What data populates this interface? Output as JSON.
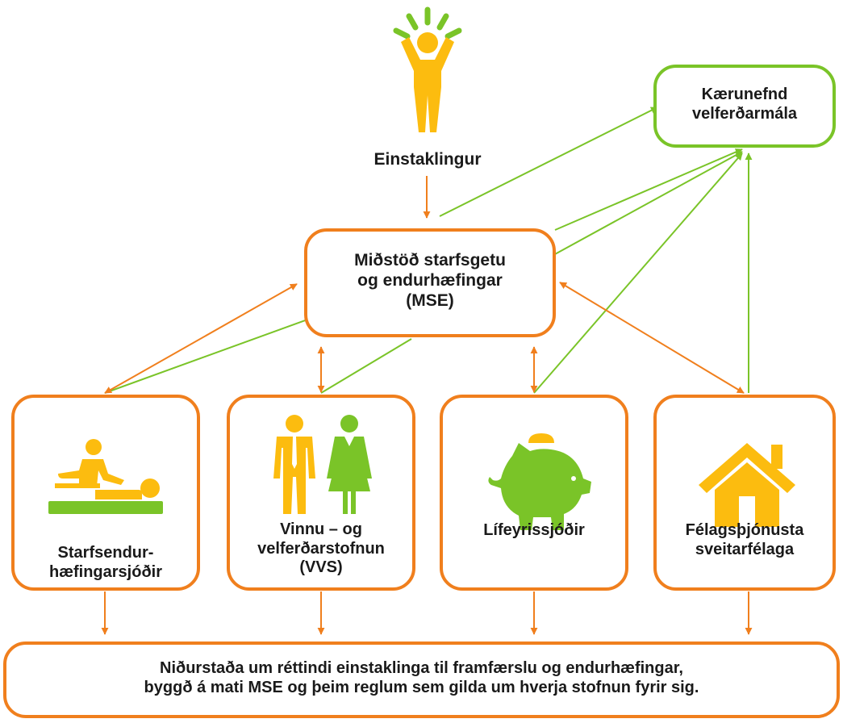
{
  "colors": {
    "orange": "#f07f1d",
    "green": "#7ac428",
    "yellow": "#fcbc0f",
    "text": "#1a1a1a"
  },
  "individual": {
    "label": "Einstaklingur",
    "icon": "person-arms-raised-icon"
  },
  "appeals": {
    "line1": "Kærunefnd",
    "line2": "velferðarmála"
  },
  "mse": {
    "line1": "Miðstöð starfsgetu",
    "line2": "og endurhæfingar",
    "line3": "(MSE)"
  },
  "institutions": [
    {
      "id": "starfsendurhaefing",
      "icon": "physiotherapy-icon",
      "line1": "Starfsendur-",
      "line2": "hæfingarsjóðir",
      "line3": ""
    },
    {
      "id": "vvs",
      "icon": "man-and-woman-icon",
      "line1": "Vinnu – og",
      "line2": "velferðarstofnun",
      "line3": "(VVS)"
    },
    {
      "id": "lifeyrissjodir",
      "icon": "piggy-bank-icon",
      "line1": "",
      "line2": "",
      "line3": "Lífeyrissjóðir"
    },
    {
      "id": "felagsthjonusta",
      "icon": "house-icon",
      "line1": "",
      "line2": "Félagsþjónusta",
      "line3": "sveitarfélaga"
    }
  ],
  "outcome": {
    "line1": "Niðurstaða um réttindi einstaklinga til framfærslu og endurhæfingar,",
    "line2": "byggð á mati MSE og þeim reglum sem gilda um hverja stofnun fyrir sig."
  },
  "connections": [
    {
      "from": "individual",
      "to": "mse",
      "type": "one-way",
      "color": "orange"
    },
    {
      "from": "mse",
      "to": "appeals",
      "type": "one-way",
      "color": "green"
    },
    {
      "from": "mse",
      "to": "starfsendurhaefing",
      "type": "two-way",
      "color": "orange"
    },
    {
      "from": "mse",
      "to": "vvs",
      "type": "two-way",
      "color": "orange"
    },
    {
      "from": "mse",
      "to": "lifeyrissjodir",
      "type": "two-way",
      "color": "orange"
    },
    {
      "from": "mse",
      "to": "felagsthjonusta",
      "type": "two-way",
      "color": "orange"
    },
    {
      "from": "starfsendurhaefing",
      "to": "appeals",
      "type": "one-way",
      "color": "green"
    },
    {
      "from": "vvs",
      "to": "appeals",
      "type": "one-way",
      "color": "green"
    },
    {
      "from": "lifeyrissjodir",
      "to": "appeals",
      "type": "one-way",
      "color": "green"
    },
    {
      "from": "felagsthjonusta",
      "to": "appeals",
      "type": "one-way",
      "color": "green"
    },
    {
      "from": "starfsendurhaefing",
      "to": "outcome",
      "type": "one-way",
      "color": "orange"
    },
    {
      "from": "vvs",
      "to": "outcome",
      "type": "one-way",
      "color": "orange"
    },
    {
      "from": "lifeyrissjodir",
      "to": "outcome",
      "type": "one-way",
      "color": "orange"
    },
    {
      "from": "felagsthjonusta",
      "to": "outcome",
      "type": "one-way",
      "color": "orange"
    }
  ]
}
